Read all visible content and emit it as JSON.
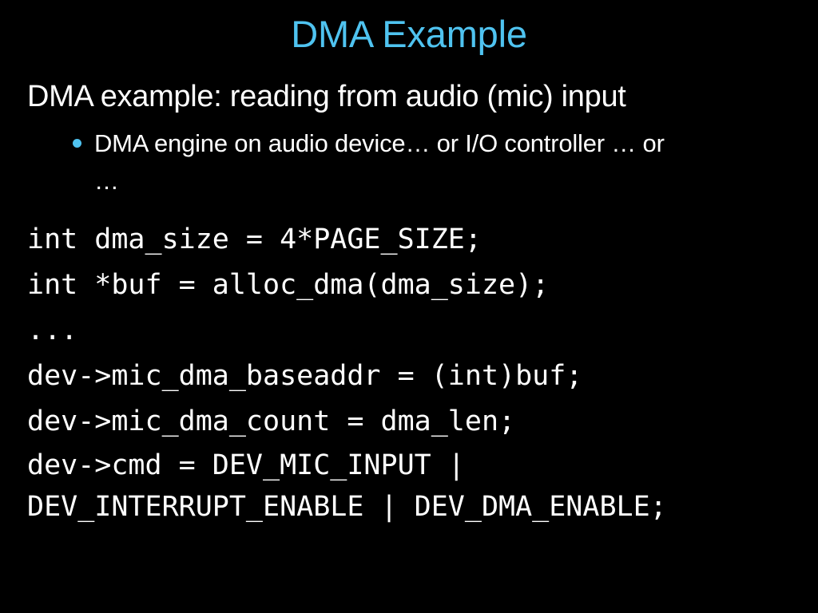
{
  "slide": {
    "background_color": "#000000",
    "title": "DMA Example",
    "title_color": "#4FC3F0",
    "body_text_color": "#FFFFFF",
    "bullet_color": "#4FC3F0"
  },
  "body": {
    "level1_line": "DMA example: reading from audio (mic) input",
    "bullet": {
      "text": "DMA engine on audio device… or I/O controller … or",
      "continuation": "…"
    }
  },
  "code": {
    "lines": [
      "int dma_size = 4*PAGE_SIZE;",
      "int *buf = alloc_dma(dma_size);",
      "...",
      "dev->mic_dma_baseaddr = (int)buf;",
      "dev->mic_dma_count = dma_len;",
      "dev->cmd = DEV_MIC_INPUT |",
      "DEV_INTERRUPT_ENABLE | DEV_DMA_ENABLE;"
    ]
  }
}
